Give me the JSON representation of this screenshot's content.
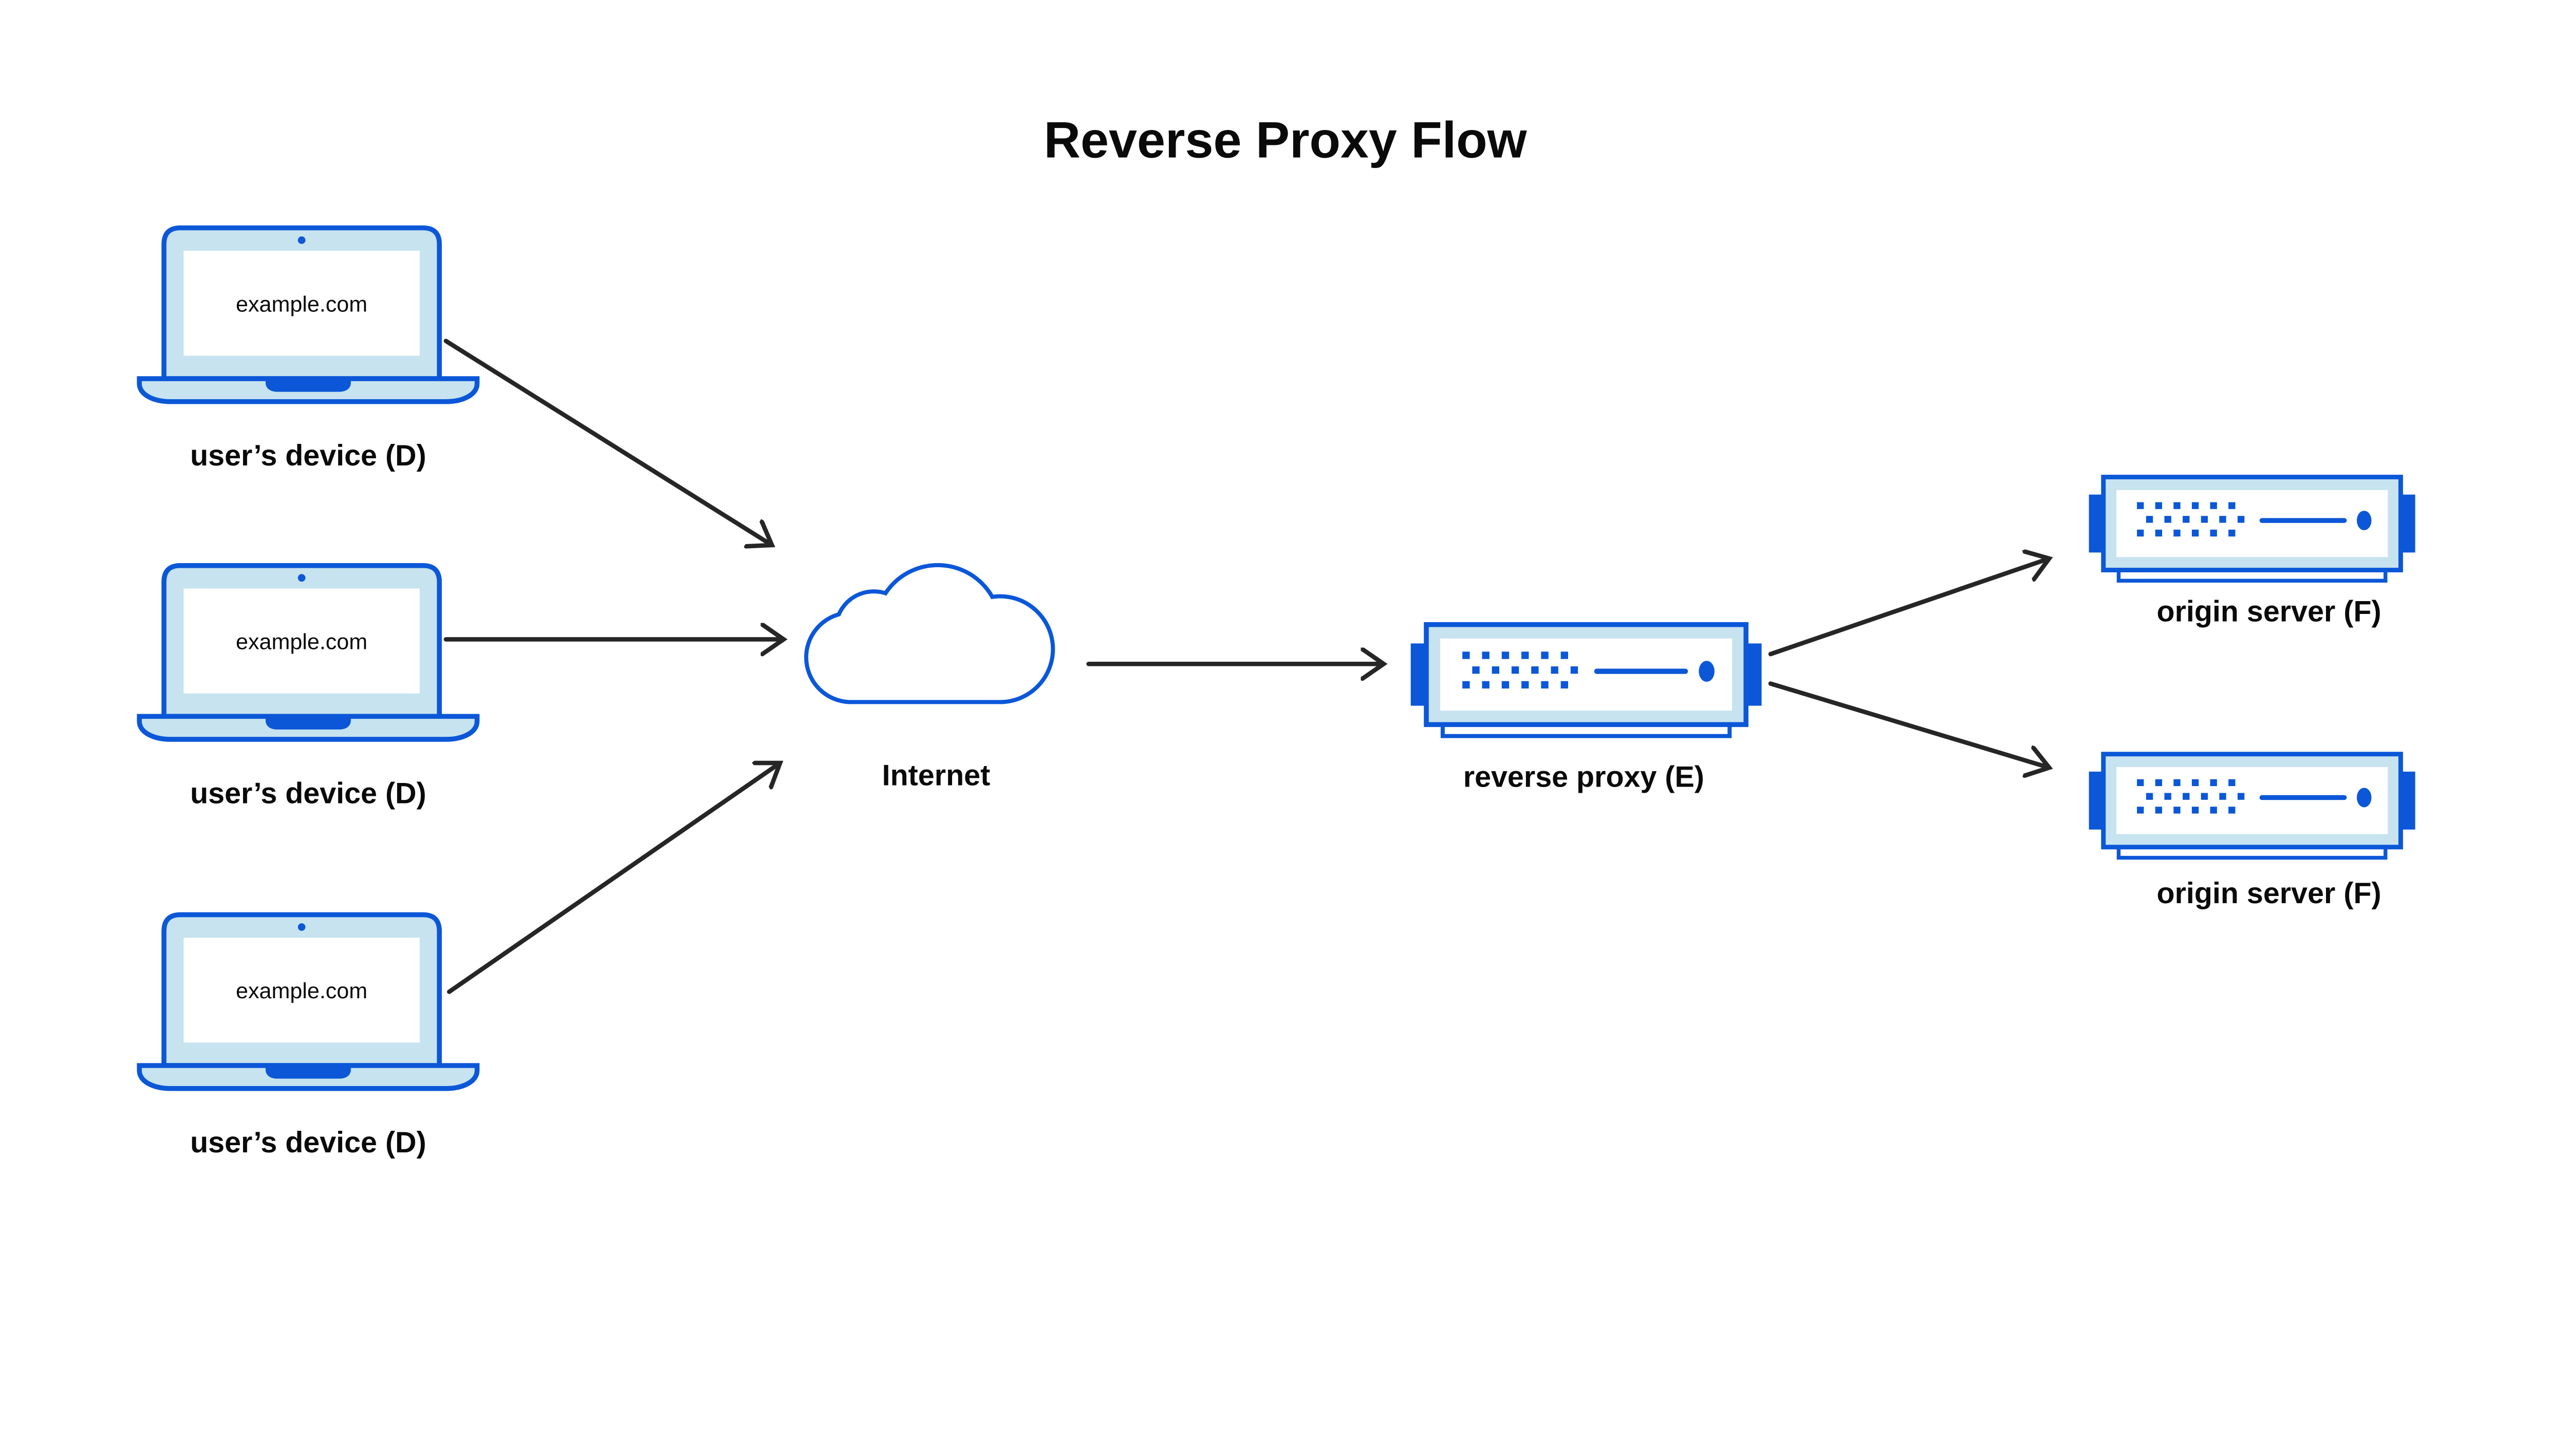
{
  "title": "Reverse Proxy Flow",
  "colors": {
    "blue": "#0b57d8",
    "light_blue": "#c6e3ef",
    "white": "#ffffff",
    "arrow": "#262626",
    "text": "#0a0a0a",
    "bg": "#ffffff"
  },
  "devices": [
    {
      "screen_text": "example.com",
      "label": "user’s device (D)"
    },
    {
      "screen_text": "example.com",
      "label": "user’s device (D)"
    },
    {
      "screen_text": "example.com",
      "label": "user’s device (D)"
    }
  ],
  "internet": {
    "label": "Internet"
  },
  "reverse_proxy": {
    "label": "reverse proxy (E)"
  },
  "origin_servers": [
    {
      "label": "origin server (F)"
    },
    {
      "label": "origin server (F)"
    }
  ]
}
